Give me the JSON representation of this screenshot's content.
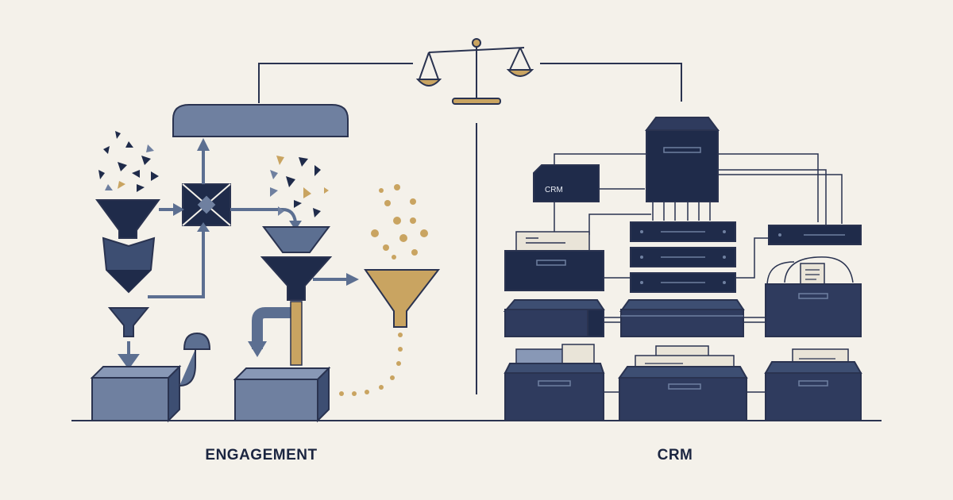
{
  "labels": {
    "left_section": "ENGAGEMENT",
    "right_section": "CRM",
    "crm_box": "CRM"
  },
  "palette": {
    "background": "#f4f1ea",
    "navy": "#1f2b4a",
    "dark_navy": "#1b2540",
    "slate": "#5c6f91",
    "gold": "#c9a461",
    "line": "#2a3350"
  }
}
